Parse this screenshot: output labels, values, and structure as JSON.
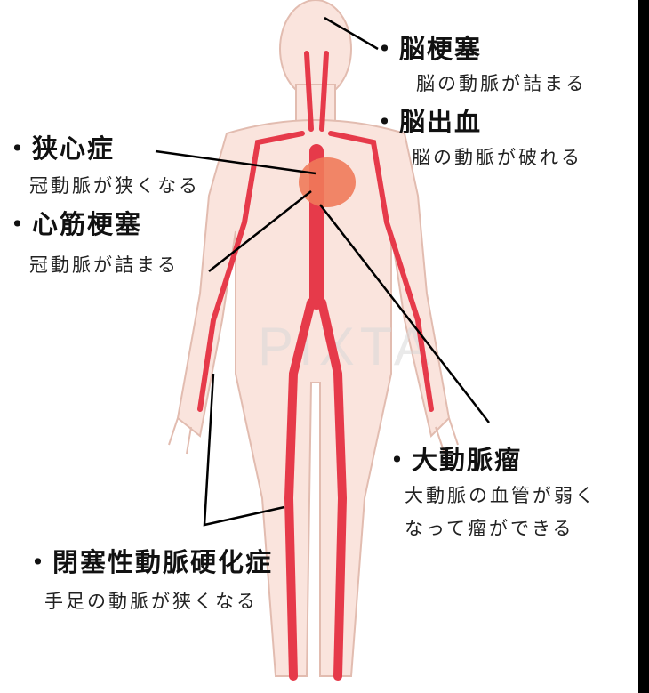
{
  "labels": {
    "brain_infarction": {
      "title": "・脳梗塞",
      "desc": "脳の動脈が詰まる"
    },
    "brain_hemorrhage": {
      "title": "・脳出血",
      "desc": "脳の動脈が破れる"
    },
    "angina": {
      "title": "・狭心症",
      "desc": "冠動脈が狭くなる"
    },
    "myocardial_infarction": {
      "title": "・心筋梗塞",
      "desc": "冠動脈が詰まる"
    },
    "aortic_aneurysm": {
      "title": "・大動脈瘤",
      "desc_line1": "大動脈の血管が弱く",
      "desc_line2": "なって瘤ができる"
    },
    "pad": {
      "title": "・閉塞性動脈硬化症",
      "desc": "手足の動脈が狭くなる"
    }
  },
  "watermark": "PIXTA",
  "colors": {
    "skin": "#fae4dd",
    "skin_outline": "#e2bcb0",
    "artery": "#e63a4a",
    "heart": "#ef7a5a",
    "leader_line": "#000000"
  }
}
